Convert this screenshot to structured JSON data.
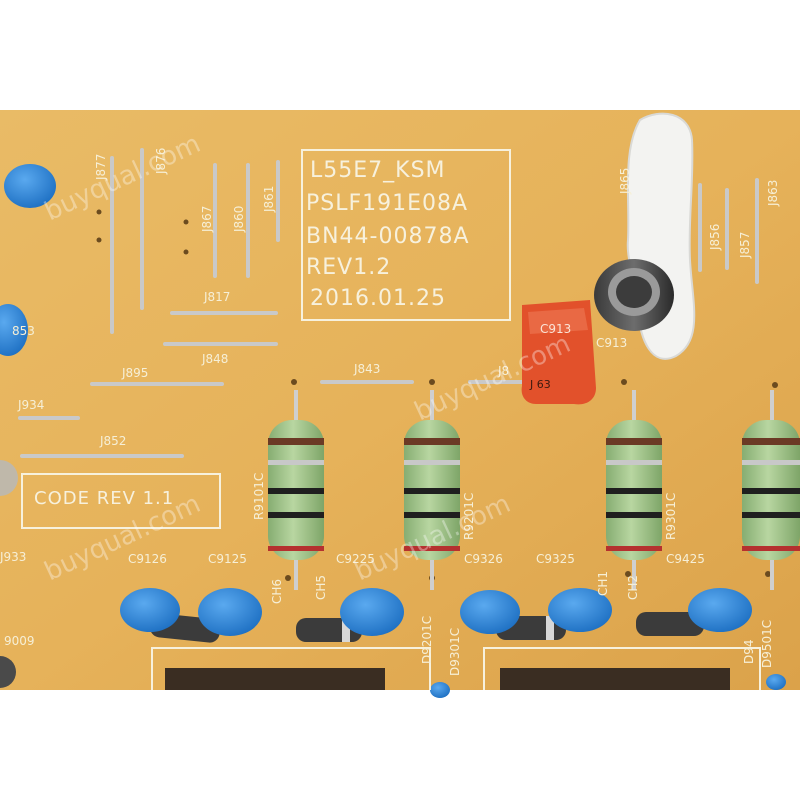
{
  "board_label": {
    "line1": "L55E7_KSM",
    "line2": "PSLF191E08A",
    "line3": "BN44-00878A",
    "line4": "REV1.2",
    "line5": "2016.01.25"
  },
  "code_rev": "CODE REV 1.1",
  "jumpers": {
    "j876": "J876",
    "j877": "J877",
    "j867": "J867",
    "j860": "J860",
    "j861": "J861",
    "j817": "J817",
    "j848": "J848",
    "j895": "J895",
    "j934": "J934",
    "j852": "J852",
    "j843": "J843",
    "j865": "J865",
    "j856": "J856",
    "j857": "J857",
    "j863": "J863",
    "j8": "J8"
  },
  "resistors": {
    "r1": "R9101C",
    "r2": "R9201C",
    "r3": "R9301C"
  },
  "capacitors": {
    "c9126": "C9126",
    "c9125": "C9125",
    "c9225": "C9225",
    "c9326": "C9326",
    "c9325": "C9325",
    "c9425": "C9425",
    "c913a": "C913",
    "c913b": "C913"
  },
  "misc": {
    "ch6": "CH6",
    "ch5": "CH5",
    "ch1": "CH1",
    "ch2": "CH2",
    "d9201c": "D9201C",
    "d9301c": "D9301C",
    "d9501c": "D9501C",
    "d94": "D94",
    "l853": "853",
    "l9009": "9009",
    "l933": "J933",
    "cap_marking": "J 63"
  },
  "watermark": "buyqual.com",
  "colors": {
    "board": "#e7b45e",
    "silkscreen": "#f7f1dd",
    "resistor_body": "#9fc38a",
    "ceramic_cap": "#2e86d6",
    "film_cap": "#e0502b"
  }
}
